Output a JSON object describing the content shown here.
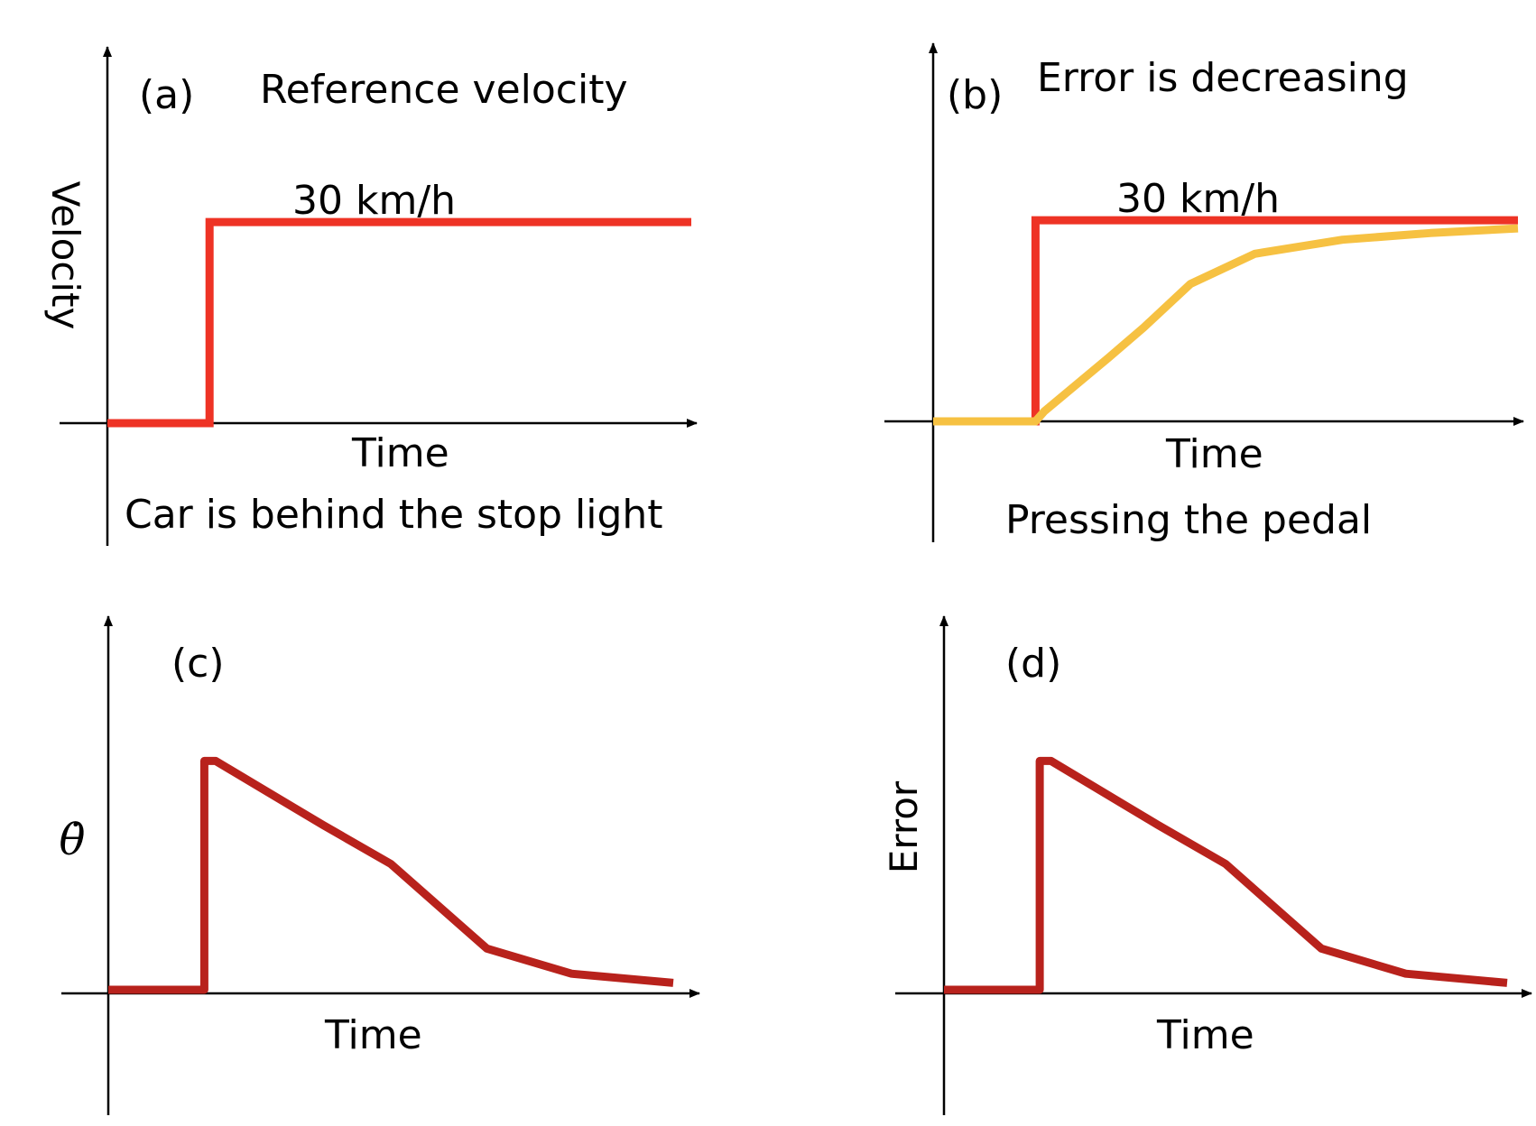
{
  "colors": {
    "reference": "#EE3325",
    "response": "#F6C142",
    "signal": "#B8221C",
    "axis": "#000000"
  },
  "chart_data": [
    {
      "type": "line",
      "panel_label": "(a)",
      "title": "Reference velocity",
      "annotation": "30 km/h",
      "bottom_note": "Car is behind the stop light",
      "xlabel": "Time",
      "ylabel": "Velocity",
      "xlim": [
        0,
        10
      ],
      "ylim": [
        0,
        35
      ],
      "series": [
        {
          "color_key": "reference",
          "x": [
            0,
            1.75,
            1.75,
            10
          ],
          "y": [
            0,
            0,
            30,
            30
          ]
        }
      ]
    },
    {
      "type": "line",
      "panel_label": "(b)",
      "title": "Error is decreasing",
      "annotation": "30 km/h",
      "bottom_note": "Pressing the pedal",
      "xlabel": "Time",
      "ylabel": "",
      "xlim": [
        0,
        10
      ],
      "ylim": [
        0,
        35
      ],
      "series": [
        {
          "color_key": "reference",
          "x": [
            0,
            1.75,
            1.75,
            10
          ],
          "y": [
            0,
            0,
            30,
            30
          ]
        },
        {
          "color_key": "response",
          "x": [
            0,
            1.75,
            1.9,
            3.0,
            3.6,
            4.4,
            5.5,
            7.0,
            8.5,
            10
          ],
          "y": [
            0,
            0,
            1.5,
            9.5,
            14,
            20.5,
            25,
            27.1,
            28.1,
            28.8
          ]
        }
      ]
    },
    {
      "type": "line",
      "panel_label": "(c)",
      "title": "",
      "annotation": "",
      "bottom_note": "",
      "xlabel": "Time",
      "ylabel": "θ̇",
      "xlim": [
        0,
        10
      ],
      "ylim": [
        0,
        1.1
      ],
      "series": [
        {
          "color_key": "signal",
          "x": [
            0,
            1.7,
            1.7,
            1.9,
            3.8,
            5.0,
            6.7,
            8.2,
            10
          ],
          "y": [
            0,
            0,
            1.0,
            1.0,
            0.72,
            0.55,
            0.18,
            0.07,
            0.03
          ]
        }
      ]
    },
    {
      "type": "line",
      "panel_label": "(d)",
      "title": "",
      "annotation": "",
      "bottom_note": "",
      "xlabel": "Time",
      "ylabel": "Error",
      "xlim": [
        0,
        10
      ],
      "ylim": [
        0,
        1.1
      ],
      "series": [
        {
          "color_key": "signal",
          "x": [
            0,
            1.7,
            1.7,
            1.9,
            3.8,
            5.0,
            6.7,
            8.2,
            10
          ],
          "y": [
            0,
            0,
            1.0,
            1.0,
            0.72,
            0.55,
            0.18,
            0.07,
            0.03
          ]
        }
      ]
    }
  ]
}
